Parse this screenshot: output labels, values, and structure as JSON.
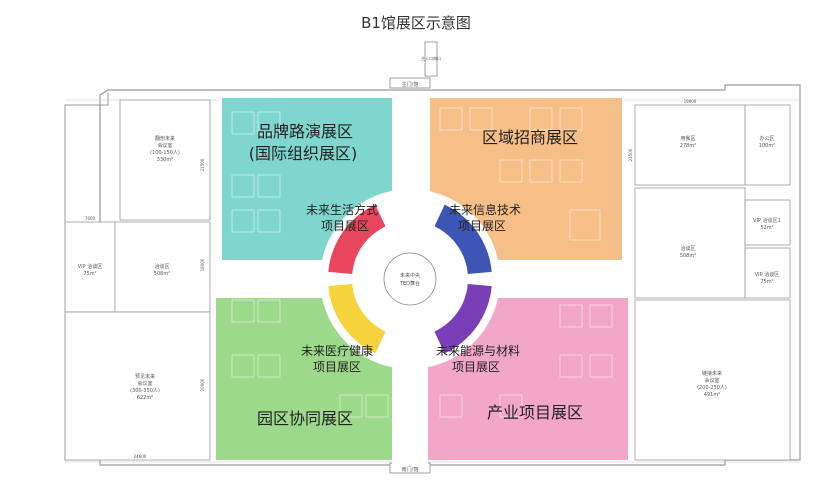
{
  "title": "B1馆展区示意图",
  "entrances": {
    "north": "主门/馆",
    "south": "南门/馆",
    "north_label": "主入口南口"
  },
  "zones": {
    "brand": {
      "line1": "品牌路演展区",
      "line2": "(国际组织展区)",
      "color": "#7fd6cf"
    },
    "regional": {
      "line1": "区域招商展区",
      "color": "#f7bf88"
    },
    "park": {
      "line1": "园区协同展区",
      "color": "#9cd98a"
    },
    "industry": {
      "line1": "产业项目展区",
      "color": "#f2a6c8"
    }
  },
  "arcs": {
    "lifestyle": {
      "line1": "未来生活方式",
      "line2": "项目展区",
      "color": "#e8455f"
    },
    "info": {
      "line1": "未来信息技术",
      "line2": "项目展区",
      "color": "#3d55b5"
    },
    "medical": {
      "line1": "未来医疗健康",
      "line2": "项目展区",
      "color": "#f6d23c"
    },
    "energy": {
      "line1": "未来能源与材料",
      "line2": "项目展区",
      "color": "#7a3fb7"
    }
  },
  "center": {
    "line1": "未来中央",
    "line2": "TED舞台"
  },
  "left_rooms": {
    "meeting_top": {
      "name": "翻剖未来",
      "name2": "会议室",
      "cap": "(100-150人)",
      "area": "330m²"
    },
    "vip": {
      "name": "VIP 洽谈区",
      "area": "75m²"
    },
    "talk": {
      "name": "洽谈区",
      "area": "508m²"
    },
    "meeting_bottom": {
      "name": "预见未来",
      "name2": "会议室",
      "cap": "(300-350人)",
      "area": "622m²"
    }
  },
  "right_rooms": {
    "dining": {
      "name": "用餐区",
      "area": "278m²"
    },
    "office": {
      "name": "办公区",
      "area": "100m²"
    },
    "talk": {
      "name": "洽谈区",
      "area": "508m²"
    },
    "vip1": {
      "name": "VIP 洽谈区1",
      "area": "52m²"
    },
    "vip2": {
      "name": "VIP 洽谈区",
      "area": "75m²"
    },
    "meeting": {
      "name": "链接未来",
      "name2": "会议室",
      "cap": "(200-250人)",
      "area": "491m²"
    }
  },
  "dims": {
    "top_right": "19000",
    "left_width": "7000",
    "bottom_left": "24600",
    "v1": "21500",
    "v2": "18000",
    "v3": "20000"
  }
}
